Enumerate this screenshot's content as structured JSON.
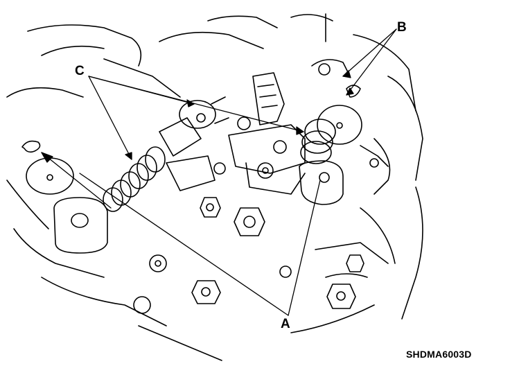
{
  "callouts": {
    "a": "A",
    "b": "B",
    "c": "C"
  },
  "figure_code": "SHDMA6003D",
  "colors": {
    "line": "#000000",
    "background": "#ffffff"
  }
}
